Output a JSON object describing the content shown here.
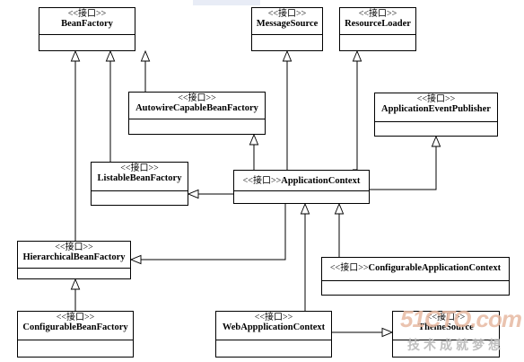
{
  "boxes": {
    "beanfactory": {
      "stereotype": "<<接口>>",
      "name": "BeanFactory"
    },
    "messagesource": {
      "stereotype": "<<接口>>",
      "name": "MessageSource"
    },
    "resourceloader": {
      "stereotype": "<<接口>>",
      "name": "ResourceLoader"
    },
    "autowire": {
      "stereotype": "<<接口>>",
      "name": "AutowireCapableBeanFactory"
    },
    "publisher": {
      "stereotype": "<<接口>>",
      "name": "ApplicationEventPublisher"
    },
    "listable": {
      "stereotype": "<<接口>>",
      "name": "ListableBeanFactory"
    },
    "appcontext": {
      "stereotype": "<<接口>>",
      "name": "ApplicationContext"
    },
    "hierarchical": {
      "stereotype": "<<接口>>",
      "name": "HierarchicalBeanFactory"
    },
    "configappcontext": {
      "stereotype": "<<接口>>",
      "name": "ConfigurableApplicationContext"
    },
    "configbeanfactory": {
      "stereotype": "<<接口>>",
      "name": "ConfigurableBeanFactory"
    },
    "webappcontext": {
      "stereotype": "<<接口>>",
      "name": "WebAppplicationContext"
    },
    "themesource": {
      "stereotype": "<<接口>>",
      "name": "ThemeSource"
    }
  },
  "watermark": {
    "logo": "51CTO.com",
    "slogan": "技术成就梦想"
  }
}
